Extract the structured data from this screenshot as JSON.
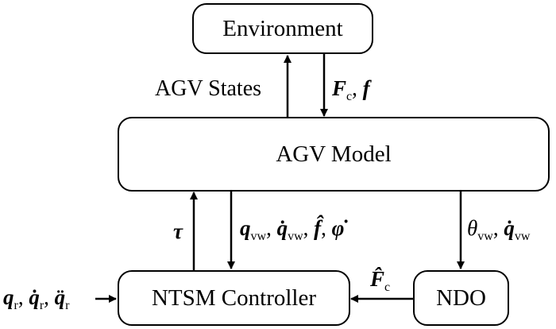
{
  "blocks": {
    "environment": "Environment",
    "agv_model": "AGV Model",
    "controller": "NTSM Controller",
    "ndo": "NDO"
  },
  "signals": {
    "agv_states": "AGV States",
    "env_input": {
      "F": "F",
      "F_sub": "c",
      "sep": ", ",
      "f": "f"
    },
    "tau": "τ",
    "model_to_controller": {
      "q": "q",
      "q_sub": "vw",
      "sep1": ", ",
      "qdot": "q̇",
      "qdot_sub": "vw",
      "sep2": ", ",
      "fhat": "f̂",
      "sep3": ", ",
      "phidot": "φ̇"
    },
    "model_to_ndo": {
      "theta": "θ",
      "theta_sub": "vw",
      "sep": ", ",
      "qdot": "q̇",
      "qdot_sub": "vw"
    },
    "ndo_to_controller": {
      "Fhat": "F̂",
      "sub": "c"
    },
    "reference": {
      "q": "q",
      "q_sub": "r",
      "sep1": ", ",
      "qdot": "q̇",
      "qdot_sub": "r",
      "sep2": ", ",
      "qddot": "q̈",
      "qddot_sub": "r"
    }
  }
}
